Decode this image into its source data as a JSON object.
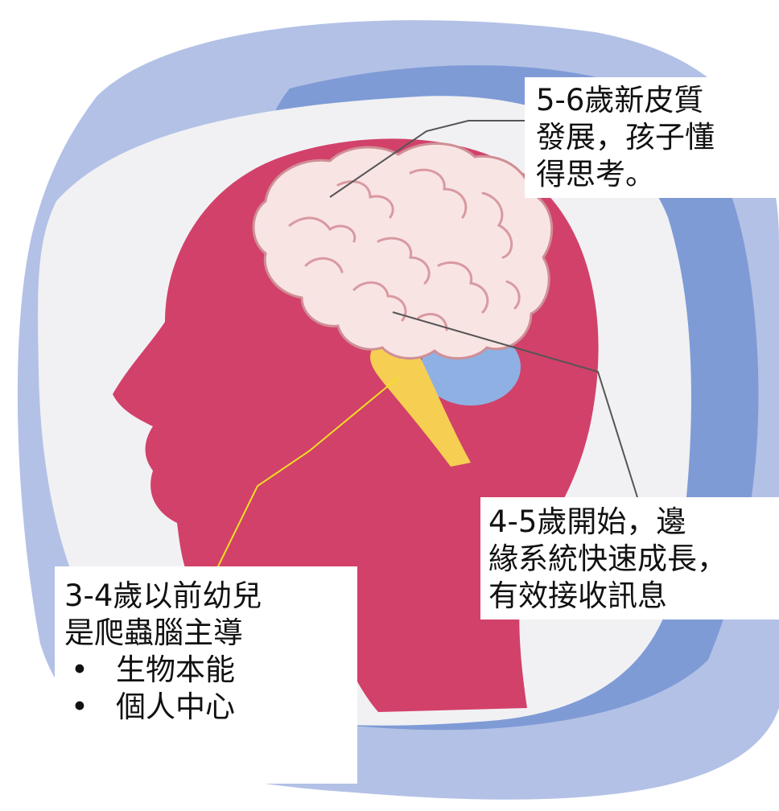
{
  "colors": {
    "blob_light": "#b3c1e6",
    "blob_dark": "#7f9bd6",
    "panel": "#f1f1f3",
    "head": "#d2416a",
    "brain": "#f9e4e4",
    "brain_outline": "#cf8f95",
    "limbic_blue": "#8fb0e3",
    "brainstem": "#f6cf52",
    "leader_grey": "#555555",
    "leader_yellow": "#f0e020"
  },
  "callouts": {
    "neocortex": {
      "lines": [
        "5-6歲新皮質",
        "發展，孩子懂",
        "得思考。"
      ]
    },
    "limbic": {
      "lines": [
        "4-5歲開始，邊",
        "緣系統快速成長，",
        "有效接收訊息"
      ]
    },
    "reptile": {
      "lines": [
        "3-4歲以前幼兒",
        "是爬蟲腦主導"
      ],
      "bullets": [
        "生物本能",
        "個人中心"
      ],
      "bullet_glyph": "•"
    }
  }
}
